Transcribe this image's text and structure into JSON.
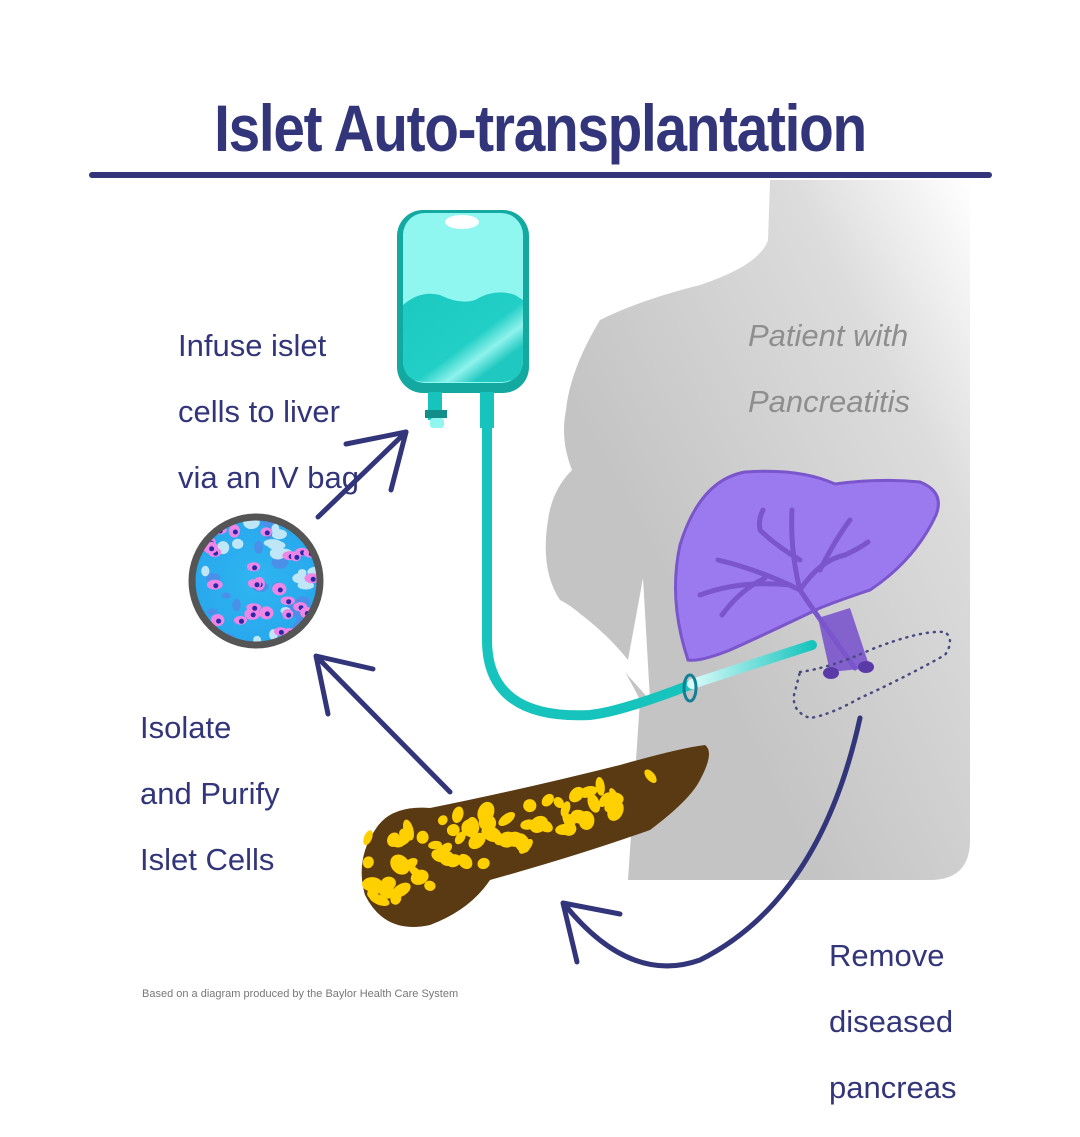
{
  "title": "Islet Auto-transplantation",
  "labels": {
    "patient": [
      "Patient with",
      "Pancreatitis"
    ],
    "infuse": [
      "Infuse islet",
      "cells to liver",
      "via an IV bag"
    ],
    "isolate": [
      "Isolate",
      "and Purify",
      "Islet Cells"
    ],
    "remove": [
      "Remove",
      "diseased",
      "pancreas"
    ]
  },
  "credit": "Based on a diagram produced by the Baylor Health Care System",
  "illustrations": {
    "silhouette": "patient-torso-silhouette",
    "iv_bag": "iv-bag-icon",
    "cells": "islet-cells-micrograph-icon",
    "liver": "liver-icon",
    "pancreas": "pancreas-icon",
    "removed_pancreas_outline": "dotted-pancreas-outline"
  },
  "colors": {
    "accent": "#33357a",
    "iv_teal": "#17c4bd",
    "liver_purple": "#9b7af0",
    "pancreas_yellow": "#ffd000",
    "pancreas_brown": "#5a3a12",
    "silhouette_gray": "#c4c4c4"
  },
  "steps": [
    "Remove diseased pancreas",
    "Isolate and Purify Islet Cells",
    "Infuse islet cells to liver via an IV bag"
  ]
}
